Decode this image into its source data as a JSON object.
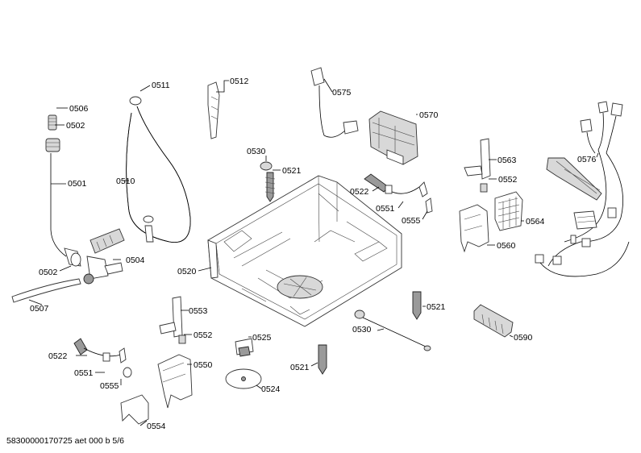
{
  "labels": {
    "l0501": "0501",
    "l0502a": "0502",
    "l0502b": "0502",
    "l0504": "0504",
    "l0506": "0506",
    "l0507": "0507",
    "l0510": "0510",
    "l0511": "0511",
    "l0512": "0512",
    "l0520": "0520",
    "l0521a": "0521",
    "l0521b": "0521",
    "l0521c": "0521",
    "l0522a": "0522",
    "l0522b": "0522",
    "l0524": "0524",
    "l0525": "0525",
    "l0530a": "0530",
    "l0530b": "0530",
    "l0550": "0550",
    "l0551a": "0551",
    "l0551b": "0551",
    "l0552a": "0552",
    "l0552b": "0552",
    "l0553": "0553",
    "l0554": "0554",
    "l0555a": "0555",
    "l0555b": "0555",
    "l0560": "0560",
    "l0563": "0563",
    "l0564": "0564",
    "l0570": "0570",
    "l0575": "0575",
    "l0576": "0576",
    "l0590": "0590"
  },
  "footer": {
    "code": "58300000170725 aet 000 b 5/6"
  }
}
